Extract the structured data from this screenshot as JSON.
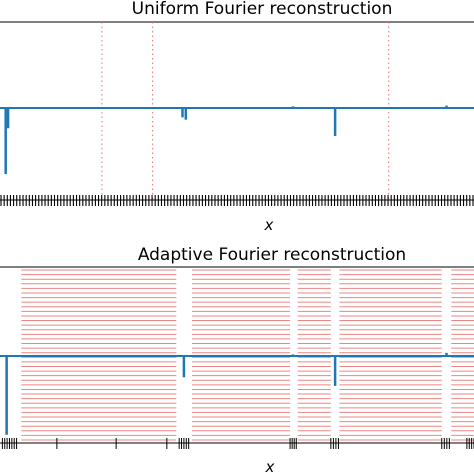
{
  "chart_data": [
    {
      "type": "line",
      "title": "Uniform Fourier reconstruction",
      "xlabel": "x",
      "ylabel": "",
      "xlim": [
        0,
        1
      ],
      "ylim": [
        -1.05,
        1.05
      ],
      "grid": false,
      "series": [
        {
          "spikes": [
            {
              "x": 0.012,
              "y": -0.85
            },
            {
              "x": 0.017,
              "y": -0.26
            },
            {
              "x": 0.385,
              "y": -0.12
            },
            {
              "x": 0.392,
              "y": -0.15
            },
            {
              "x": 0.618,
              "y": 0.02
            },
            {
              "x": 0.707,
              "y": -0.36
            },
            {
              "x": 0.942,
              "y": 0.03
            }
          ]
        }
      ],
      "reference_lines_x": [
        0.215,
        0.322,
        0.82
      ],
      "tick_marks": {
        "uniform": true,
        "count": 150
      }
    },
    {
      "type": "line",
      "title": "Adaptive Fourier reconstruction",
      "xlabel": "x",
      "ylabel": "",
      "xlim": [
        0,
        1
      ],
      "ylim": [
        -1.05,
        1.05
      ],
      "grid": false,
      "series": [
        {
          "spikes": [
            {
              "x": 0.014,
              "y": -1.0
            },
            {
              "x": 0.388,
              "y": -0.27
            },
            {
              "x": 0.618,
              "y": 0.02
            },
            {
              "x": 0.707,
              "y": -0.38
            },
            {
              "x": 0.942,
              "y": 0.04
            }
          ]
        }
      ],
      "reference_bands": [
        {
          "x0": 0.045,
          "x1": 0.372
        },
        {
          "x0": 0.405,
          "x1": 0.612
        },
        {
          "x0": 0.628,
          "x1": 0.698
        },
        {
          "x0": 0.716,
          "x1": 0.932
        },
        {
          "x0": 0.952,
          "x1": 1.0
        }
      ],
      "tick_clusters": [
        {
          "x0": 0.005,
          "x1": 0.035
        },
        {
          "x0": 0.378,
          "x1": 0.398
        },
        {
          "x0": 0.612,
          "x1": 0.625
        },
        {
          "x0": 0.698,
          "x1": 0.714
        },
        {
          "x0": 0.932,
          "x1": 0.948
        },
        {
          "x0": 0.985,
          "x1": 1.0
        }
      ],
      "tick_marks_sparse": [
        0.12,
        0.245,
        0.352
      ]
    }
  ],
  "colors": {
    "series": "#1f77b4",
    "reference": "#e8706e",
    "axes": "#000000"
  }
}
